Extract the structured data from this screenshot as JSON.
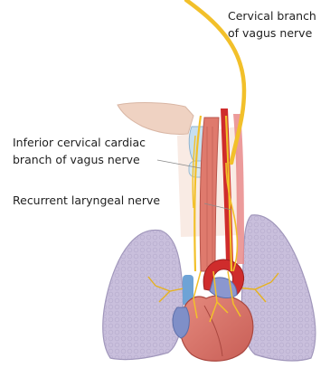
{
  "labels": {
    "cervical_branch": {
      "line1": "Cervical branch",
      "line2": "of vagus nerve"
    },
    "inferior_cardiac": {
      "line1": "Inferior cervical cardiac",
      "line2": "branch of vagus nerve"
    },
    "recurrent_laryngeal": {
      "line1": "Recurrent laryngeal nerve"
    }
  },
  "colors": {
    "nerve": "#f2c02a",
    "lung": "#c9bfdc",
    "heart": "#d9736a",
    "artery": "#cf2c2c",
    "vein": "#6e86c7",
    "skin": "#efd2c2",
    "esophagus": "#df7a6d",
    "airway": "#c7dff0"
  }
}
